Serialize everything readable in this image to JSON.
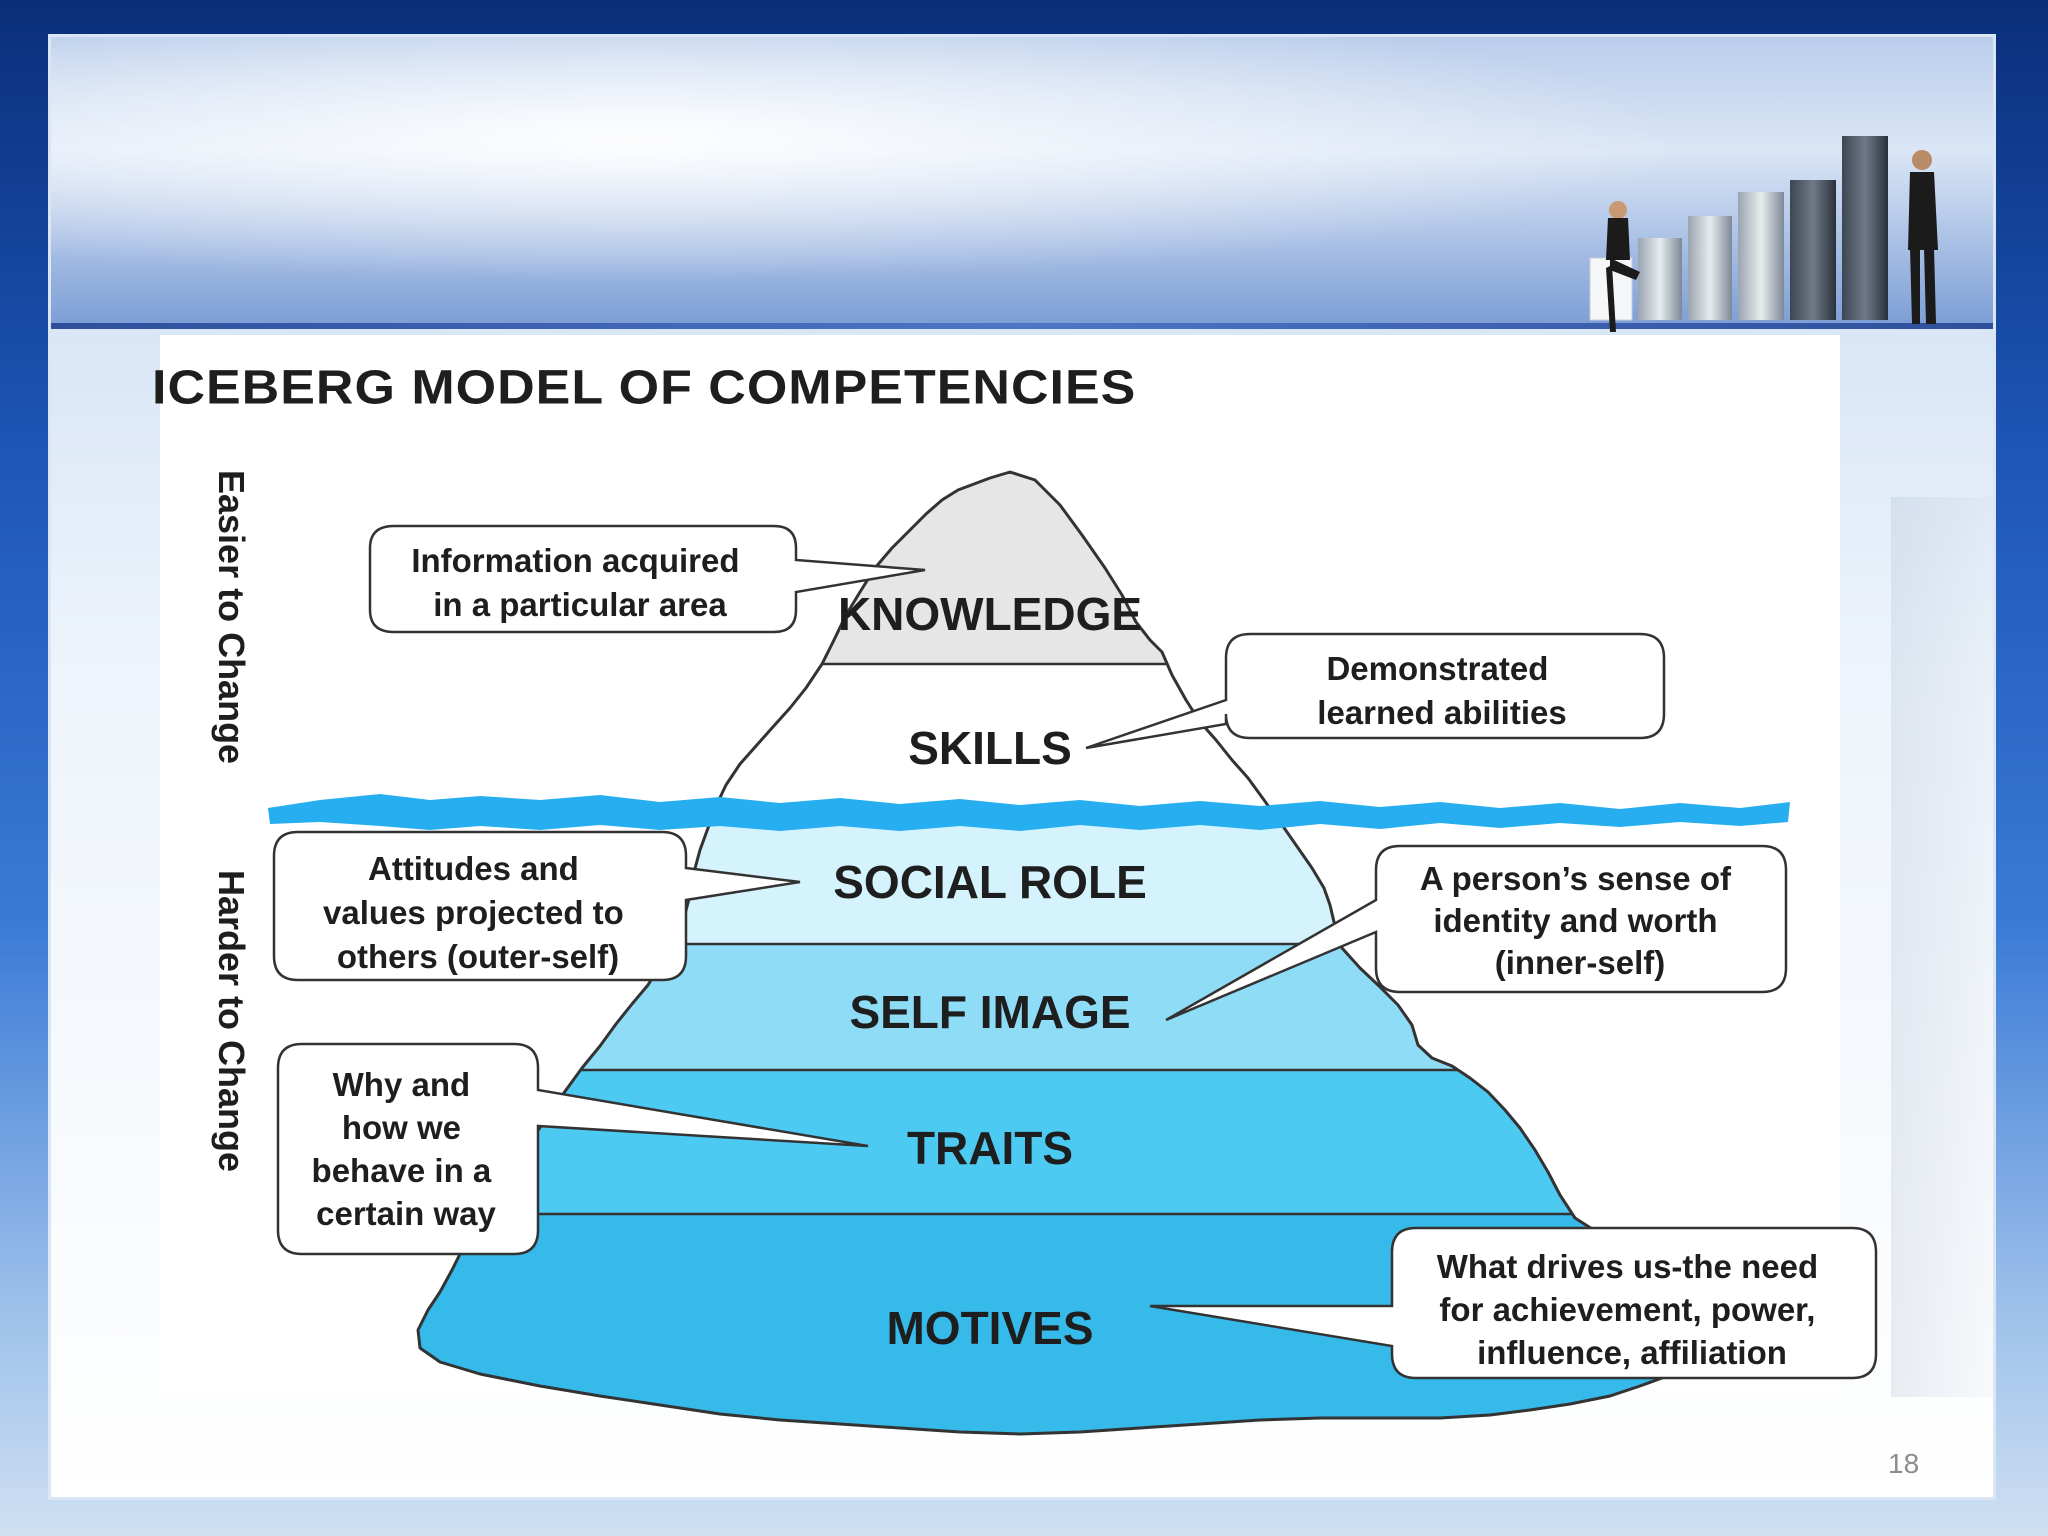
{
  "slide": {
    "title": "ICEBERG MODEL OF COMPETENCIES",
    "page_number": "18",
    "axis_labels": {
      "easier": "Easier to Change",
      "harder": "Harder to Change"
    }
  },
  "layers": [
    {
      "label": "KNOWLEDGE",
      "color": "#e6e6e6"
    },
    {
      "label": "SKILLS",
      "color": "#ffffff"
    },
    {
      "label": "SOCIAL ROLE",
      "color": "#d4f3fc"
    },
    {
      "label": "SELF IMAGE",
      "color": "#8fdcf6"
    },
    {
      "label": "TRAITS",
      "color": "#4ccaf2"
    },
    {
      "label": "MOTIVES",
      "color": "#35baea"
    }
  ],
  "callouts": {
    "knowledge": [
      "Information acquired",
      "in a particular area"
    ],
    "skills": [
      "Demonstrated",
      "learned abilities"
    ],
    "social_role": [
      "Attitudes and",
      "values projected to",
      "others (outer-self)"
    ],
    "self_image": [
      "A person’s sense of",
      "identity and worth",
      "(inner-self)"
    ],
    "traits": [
      "Why and",
      "how we",
      "behave in a",
      "certain way"
    ],
    "motives": [
      "What drives us-the need",
      "for achievement, power,",
      "influence, affiliation"
    ]
  },
  "colors": {
    "waterline": "#27aef0",
    "outline": "#333333"
  }
}
